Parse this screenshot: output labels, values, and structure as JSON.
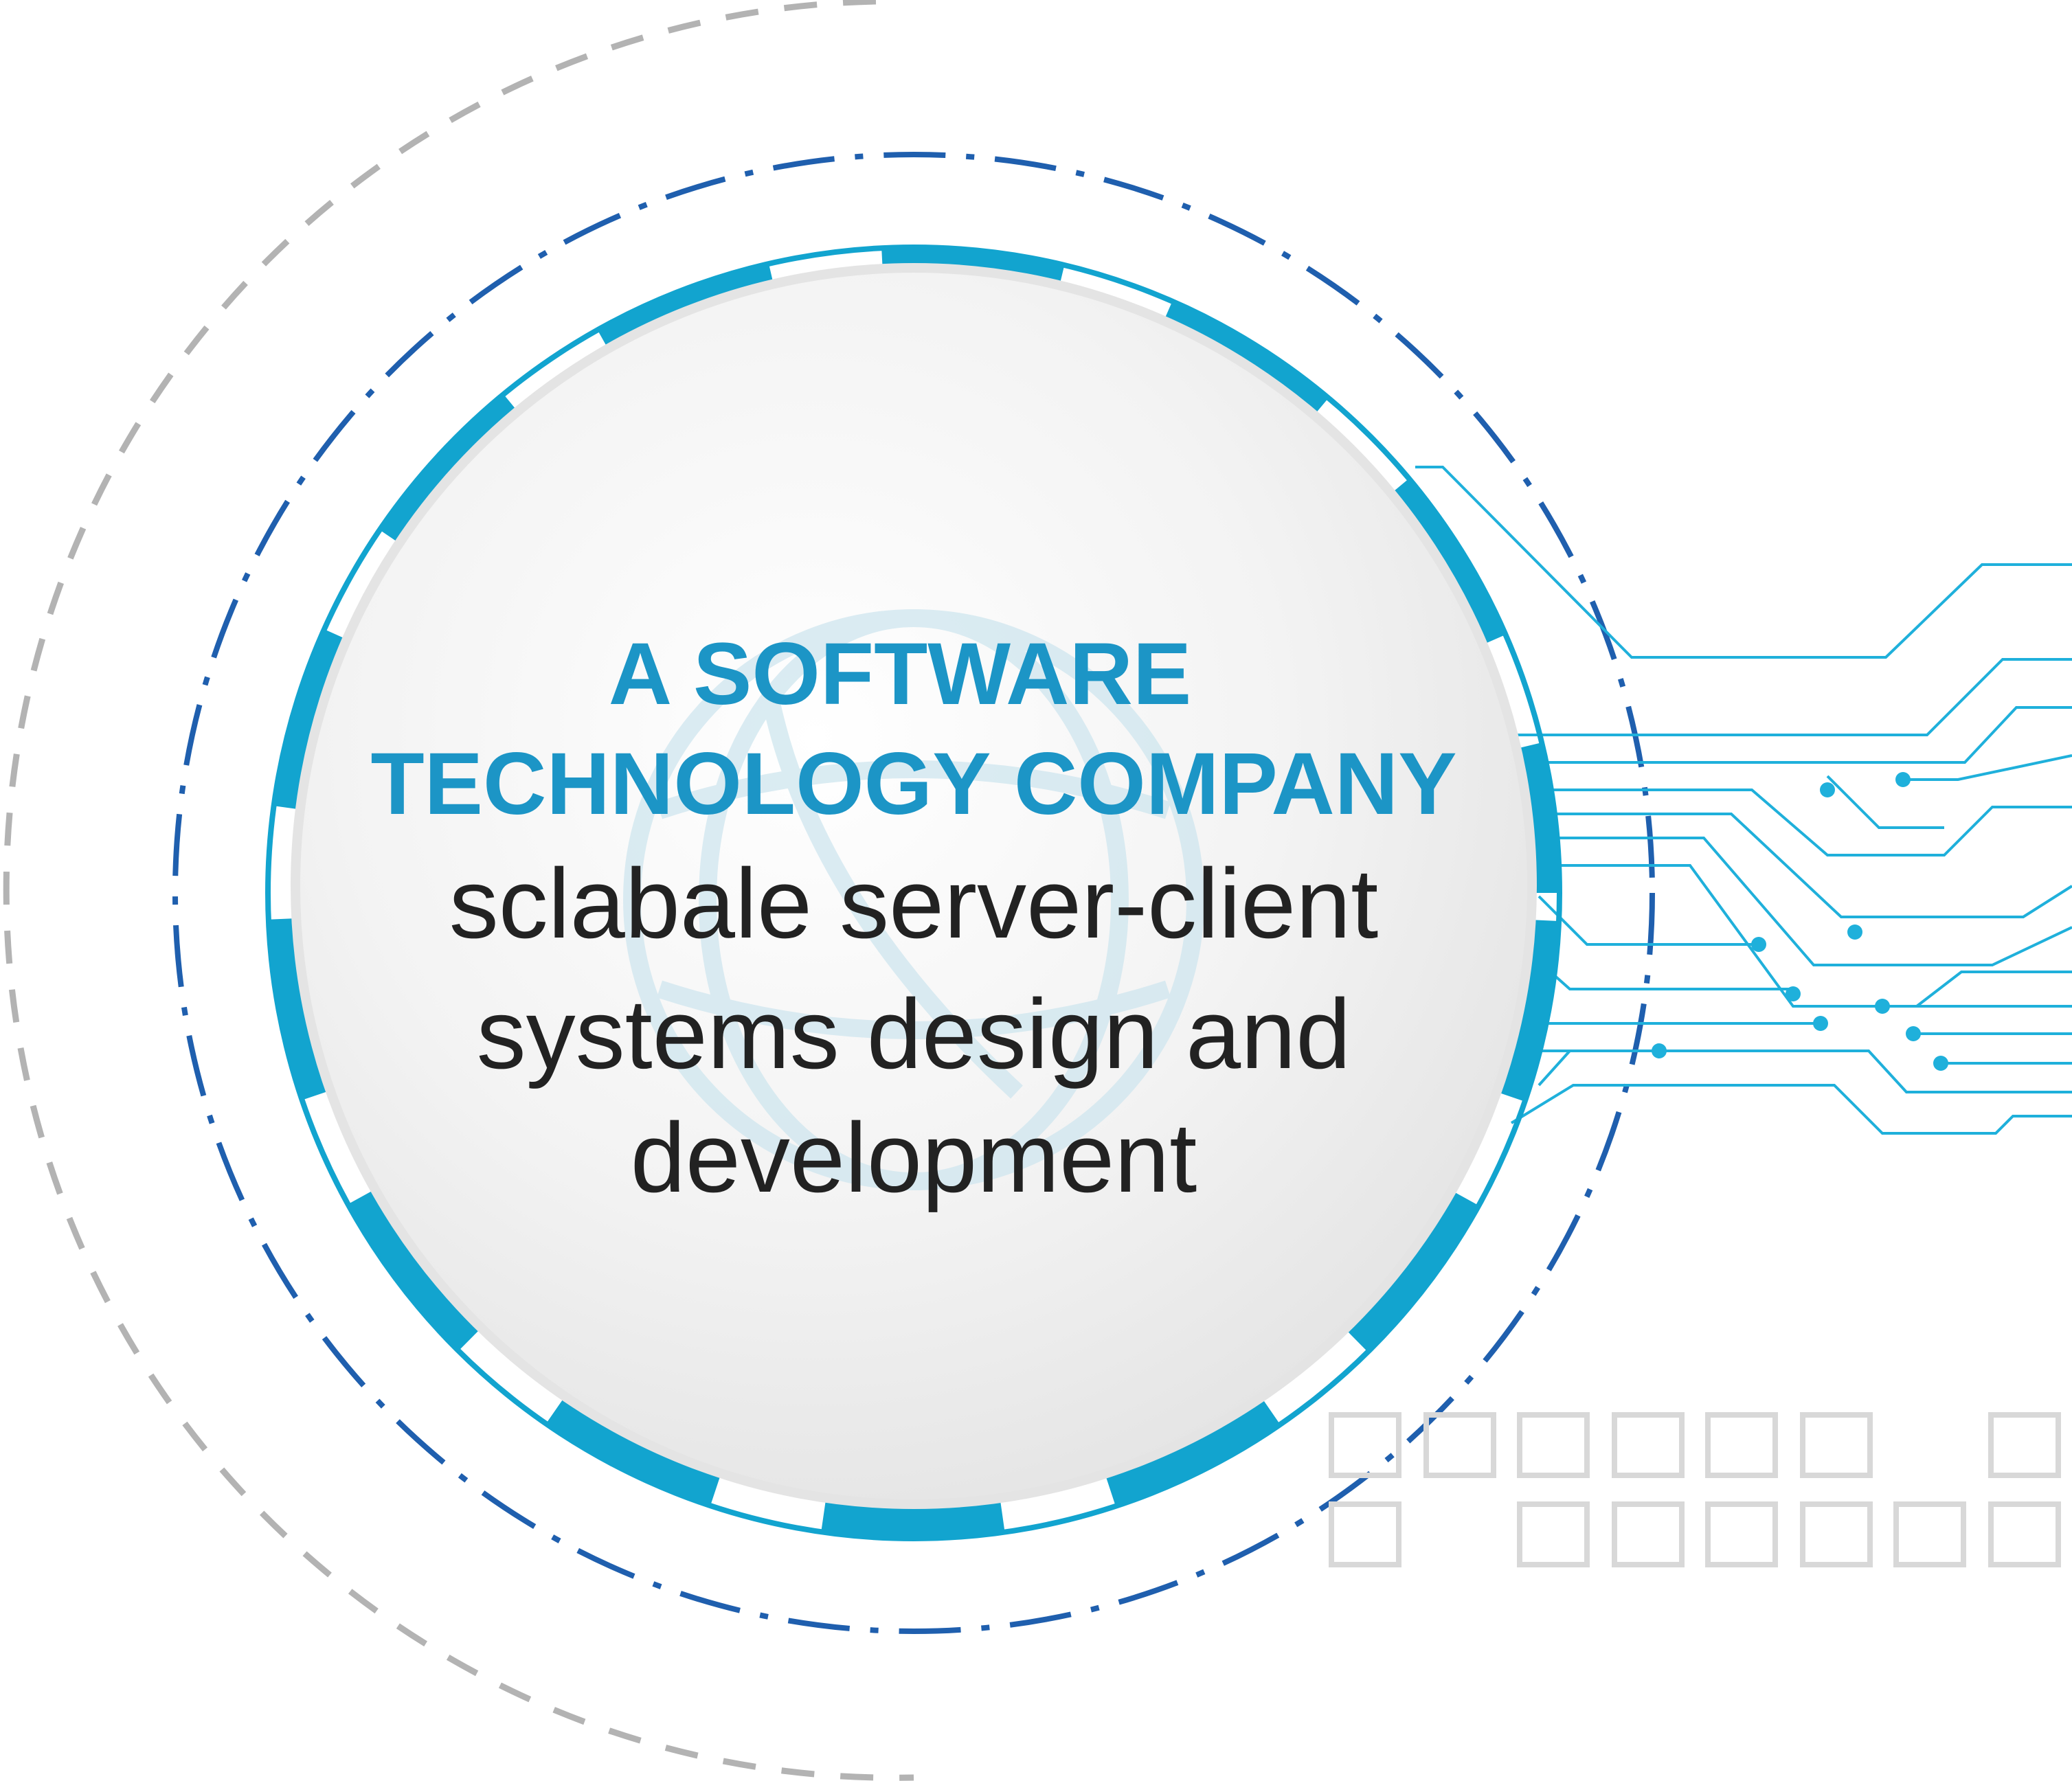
{
  "headline": {
    "line1": "A SOFTWARE",
    "line2": "TECHNOLOGY COMPANY"
  },
  "tagline": {
    "line1": "sclabale server-client",
    "line2": "systems design and",
    "line3": "development"
  },
  "colors": {
    "headline": "#1c95c6",
    "tagline": "#222222",
    "ring_dashed_gray": "#b3b3b3",
    "ring_dash_dot": "#1f5fae",
    "ring_segments": "#12a4cf",
    "circuit_lines": "#1fb0db",
    "grid_squares": "#d8d8d8",
    "disc_fill": "#f0f0f0"
  },
  "icons": [
    "globe-watermark-icon",
    "circuit-traces-icon"
  ]
}
